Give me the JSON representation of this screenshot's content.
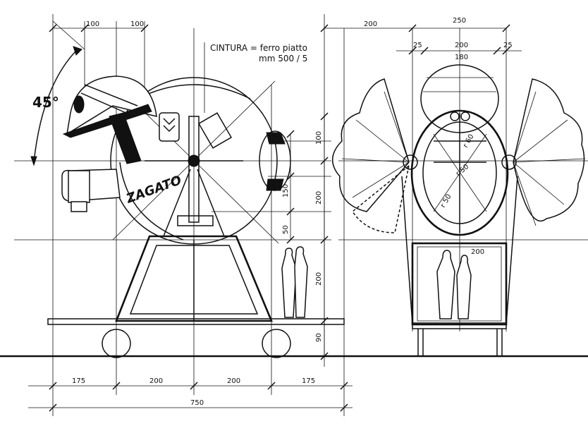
{
  "annotation": {
    "line1": "CINTURA = ferro piatto",
    "line2": "mm  500 / 5"
  },
  "angle_label": "45°",
  "helmet_logo": "ZAGATO",
  "dims_top_left": [
    "100",
    "100"
  ],
  "dims_right_top": {
    "left": "200",
    "total": "250",
    "edge_left": "25",
    "inner": "200",
    "edge_right": "25",
    "handwritten": "180"
  },
  "dims_vertical": [
    "100",
    "150",
    "50",
    "200",
    "200",
    "90"
  ],
  "dims_bottom": [
    "175",
    "200",
    "200",
    "175"
  ],
  "dims_total": "750",
  "radius_labels": [
    "r 60",
    "r 50",
    "r 50"
  ],
  "side_label": "200"
}
